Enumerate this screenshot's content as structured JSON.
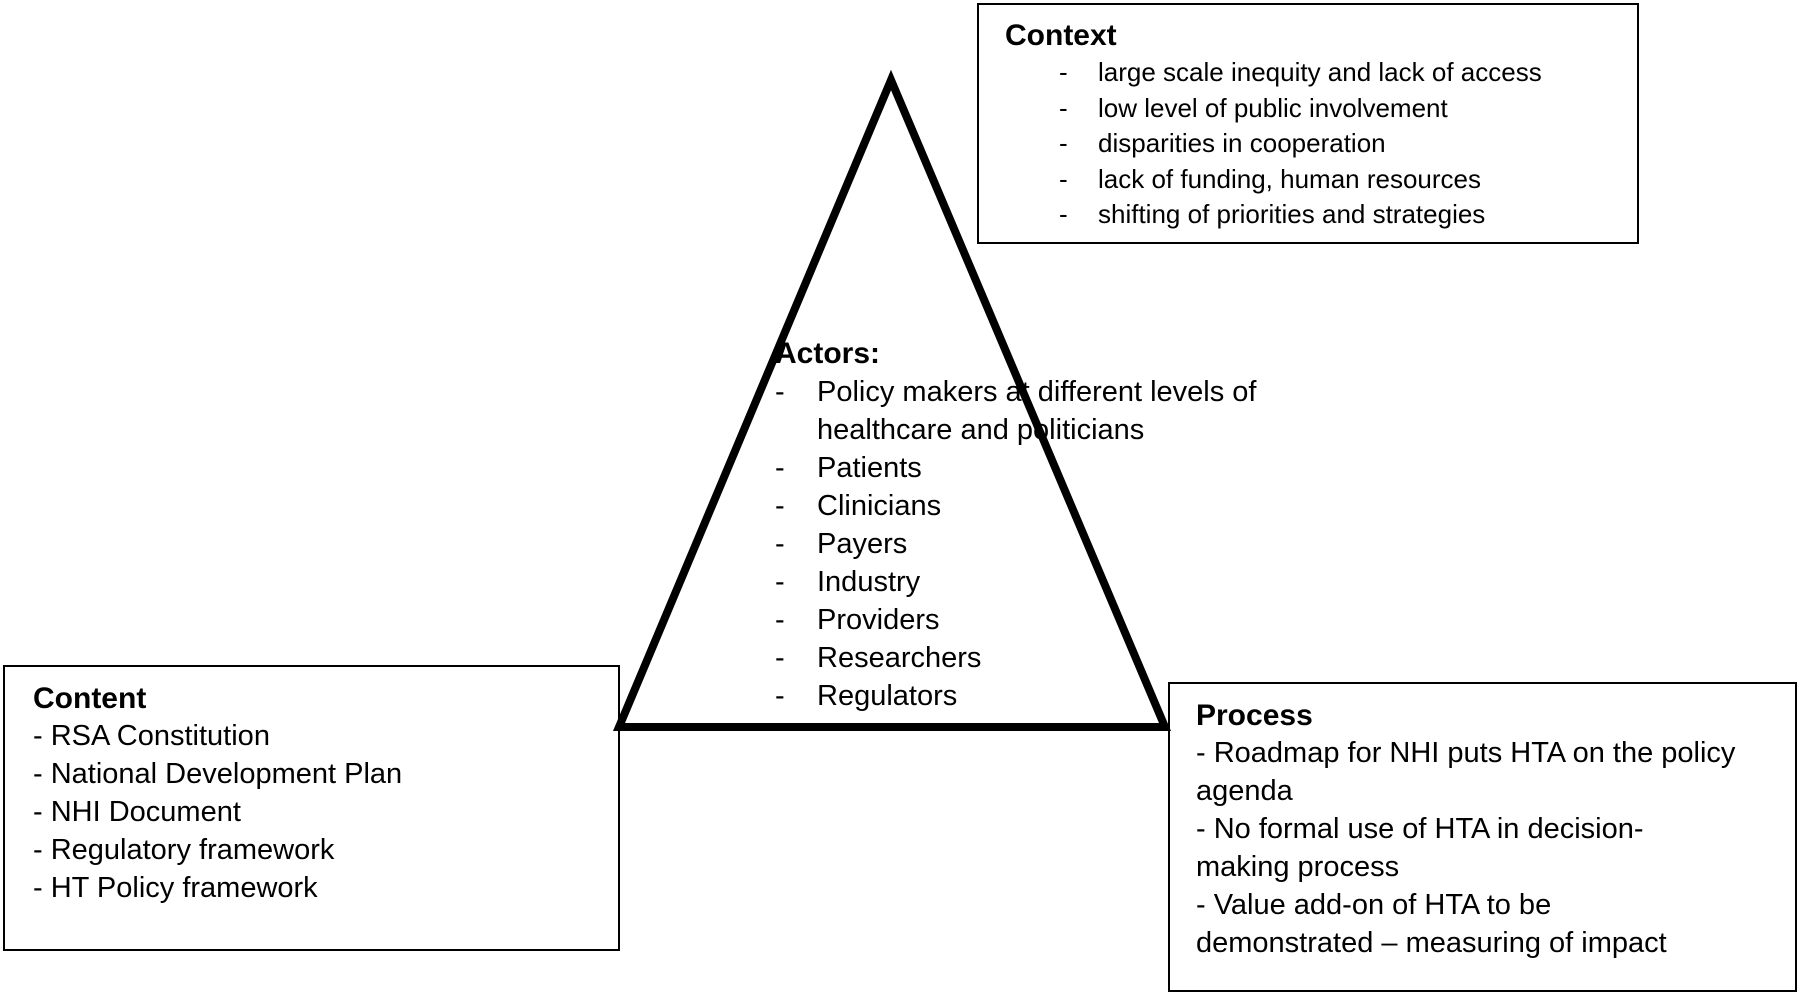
{
  "context": {
    "title": "Context",
    "items": [
      "large scale inequity and lack of access",
      "low level of public involvement",
      "disparities in cooperation",
      "lack of funding, human resources",
      "shifting of priorities and strategies"
    ]
  },
  "actors": {
    "title": "Actors:",
    "items": [
      "Policy makers at different levels of healthcare and politicians",
      "Patients",
      "Clinicians",
      "Payers",
      "Industry",
      "Providers",
      "Researchers",
      "Regulators"
    ]
  },
  "content": {
    "title": "Content",
    "items": [
      "- RSA Constitution",
      "- National Development Plan",
      "- NHI Document",
      "- Regulatory framework",
      "- HT Policy framework"
    ]
  },
  "process": {
    "title": "Process",
    "items": [
      "- Roadmap for NHI puts HTA on the policy agenda",
      "- No formal use of HTA in decision-making process",
      "- Value add-on of HTA to be demonstrated – measuring of impact"
    ]
  },
  "dash_glyph": "-",
  "colors": {
    "stroke": "#000000",
    "background": "#ffffff"
  }
}
